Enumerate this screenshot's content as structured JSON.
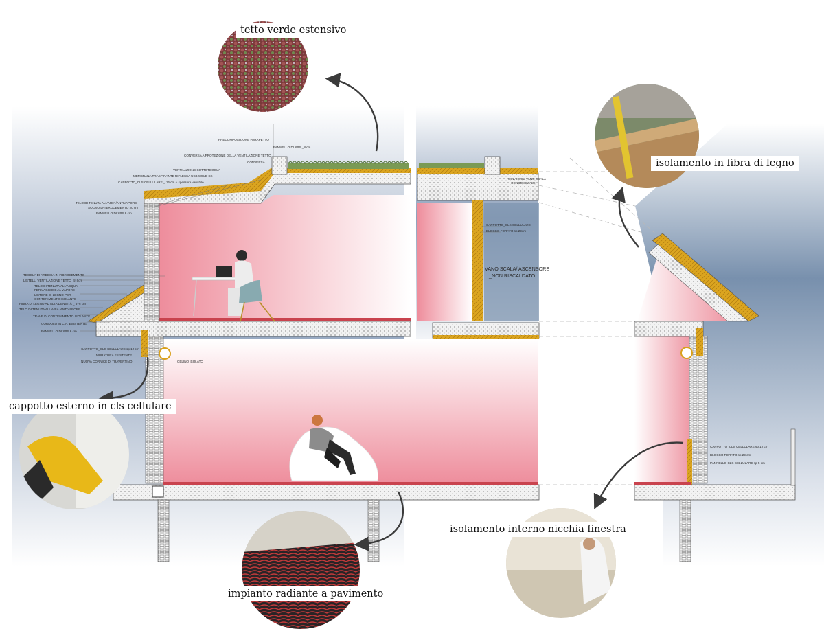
{
  "callouts": {
    "green_roof": "tetto verde estensivo",
    "wood_fiber": "isolamento in fibra di legno",
    "ext_insulation": "cappotto esterno in cls cellulare",
    "floor_heating": "impianto radiante a pavimento",
    "window_niche": "isolamento interno nicchia finestra"
  },
  "annotations": {
    "parapet": "PRECOMPOSIZIONE PARAPETTO",
    "xps_panel_top": "PANNELLO DI XPS _8 cm",
    "flashing_vent": "CONVERSA A PROTEZIONE DELLA VENTILAZIONE TETTO",
    "flashing": "CONVERSA",
    "under_tile_vent": "VENTILAZIONE SOTTOTEGOLA",
    "membrane": "MEMBRANA TRASPIRANTE RIFLESSA USB WELD SK",
    "cls_coat_roof": "CAPPOTTO_CLS CELLULARE _ 16 cm + spessore variabile",
    "wind_cloth": "TELO DI TENUTA ALL'ARIA /ANTIVAPORE",
    "slab": "SOLAIO LATEROCEMENTO 20 cm",
    "xps_panel": "PANNELLO DI XPS 8 cm",
    "slate_tile": "TEGOLA DI ARDESIA IN FIBROCEMENTO",
    "vent_battens": "LISTELLI VENTILAZIONE TETTO_4×6cm",
    "air_cloth_1": "TELO DI TENUTA ALL'ACQUA",
    "air_cloth_2": "FERMAGGIO E AL VAPORE",
    "wood_battens_1": "LISTONE DI LEGNO PER",
    "wood_battens_2": "CONTENIMENTO ISOLANTE",
    "fiber_density": "FIBRA DI LEGNO AD ALTA DENSITÀ _ 6+6 cm",
    "vapour_cloth": "TELO DI TENUTA ALL'ARIA /ANTIVAPORE",
    "beams": "TRAVE DI CONTENIMENTO ISOLANTE",
    "ring_beam": "CORDOLO IN C.A. ESISTENTE",
    "xps_6": "PANNELLO DI XPS 6 cm",
    "cls_coat_12": "CAPPOTTO_CLS CELLULARE sp 12 cm",
    "existing_wall": "MURATURA ESISTENTE",
    "travertine": "NUOVA CORNICE DI TRAVERTINO",
    "insulated_lintel": "CELINO ISOLATO",
    "stair_slab_1": "SOLAIO SU VANO SCALA",
    "stair_slab_2": "CONDOMINIALE",
    "cls_coat_mid": "CAPPOTTO_CLS CELLULARE",
    "hollow_block_mid": "BLOCCO FORATO sp.29cm",
    "stair_shaft_1": "VANO SCALA/ ASCENSORE",
    "stair_shaft_2": "_NON RISCALDATO",
    "right_cls": "CAPPOTTO_CLS CELLULARE sp 12 cm",
    "right_block": "BLOCCO FORATO sp 29 cm",
    "right_panel": "PANNELLO CLS CELLULARE sp 5 cm"
  },
  "colors": {
    "interior_pink": "#ee9aa6",
    "insulation_yellow": "#d9a11c",
    "sky_blue": "#7f95b2",
    "green_roof": "#7a9a55"
  }
}
